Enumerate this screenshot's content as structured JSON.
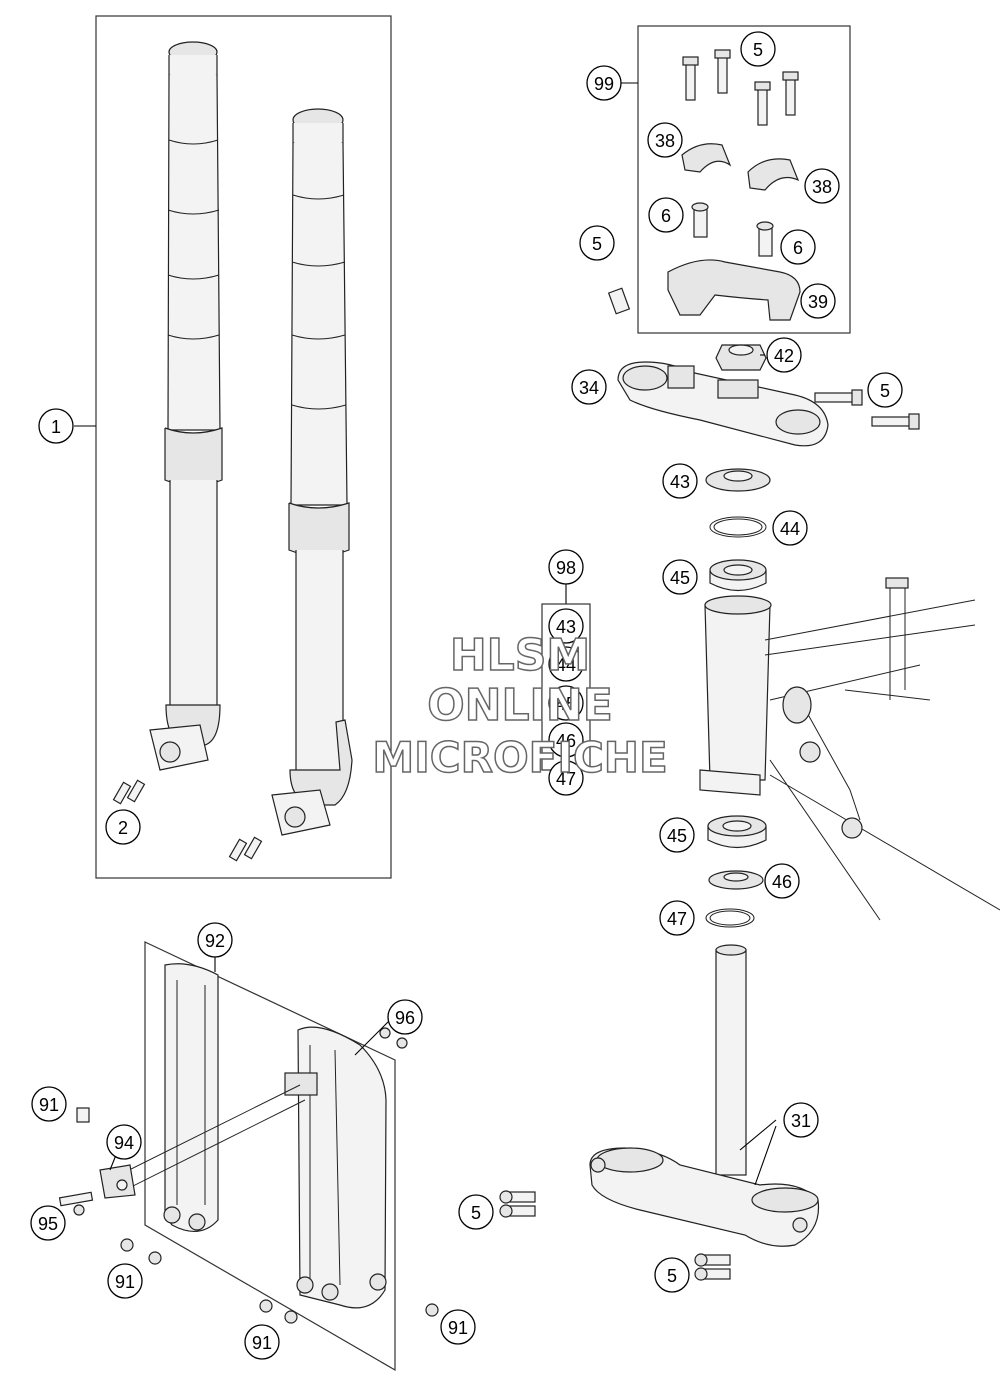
{
  "watermark": {
    "line1": "HLSM",
    "line2": "ONLINE",
    "line3": "MICROFICHE"
  },
  "callouts": [
    {
      "id": "c-1",
      "label": "1"
    },
    {
      "id": "c-2",
      "label": "2"
    },
    {
      "id": "c-99",
      "label": "99"
    },
    {
      "id": "c-5a",
      "label": "5"
    },
    {
      "id": "c-38a",
      "label": "38"
    },
    {
      "id": "c-38b",
      "label": "38"
    },
    {
      "id": "c-6a",
      "label": "6"
    },
    {
      "id": "c-6b",
      "label": "6"
    },
    {
      "id": "c-5b",
      "label": "5"
    },
    {
      "id": "c-39",
      "label": "39"
    },
    {
      "id": "c-42",
      "label": "42"
    },
    {
      "id": "c-34",
      "label": "34"
    },
    {
      "id": "c-5c",
      "label": "5"
    },
    {
      "id": "c-43a",
      "label": "43"
    },
    {
      "id": "c-44a",
      "label": "44"
    },
    {
      "id": "c-45a",
      "label": "45"
    },
    {
      "id": "c-98",
      "label": "98"
    },
    {
      "id": "c-43b",
      "label": "43"
    },
    {
      "id": "c-44b",
      "label": "44"
    },
    {
      "id": "c-45b",
      "label": "45"
    },
    {
      "id": "c-46b",
      "label": "46"
    },
    {
      "id": "c-47b",
      "label": "47"
    },
    {
      "id": "c-45c",
      "label": "45"
    },
    {
      "id": "c-46c",
      "label": "46"
    },
    {
      "id": "c-47c",
      "label": "47"
    },
    {
      "id": "c-92",
      "label": "92"
    },
    {
      "id": "c-96",
      "label": "96"
    },
    {
      "id": "c-91a",
      "label": "91"
    },
    {
      "id": "c-94",
      "label": "94"
    },
    {
      "id": "c-95",
      "label": "95"
    },
    {
      "id": "c-91b",
      "label": "91"
    },
    {
      "id": "c-91c",
      "label": "91"
    },
    {
      "id": "c-91d",
      "label": "91"
    },
    {
      "id": "c-31",
      "label": "31"
    },
    {
      "id": "c-5d",
      "label": "5"
    },
    {
      "id": "c-5e",
      "label": "5"
    }
  ]
}
